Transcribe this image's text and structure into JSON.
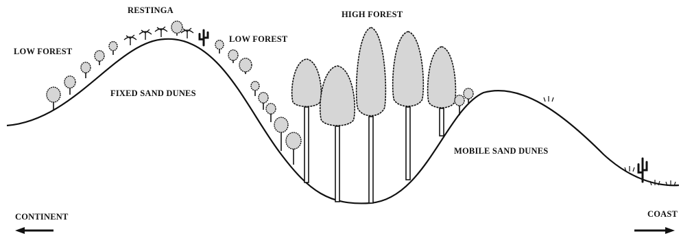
{
  "labels": {
    "low_forest_left": "LOW FOREST",
    "restinga": "RESTINGA",
    "low_forest_right": "LOW FOREST",
    "high_forest": "HIGH FOREST",
    "fixed_sand_dunes": "FIXED SAND DUNES",
    "mobile_sand_dunes": "MOBILE SAND DUNES",
    "continent": "CONTINENT",
    "coast": "COAST"
  },
  "colors": {
    "ink": "#111111",
    "canopy_fill": "#d6d6d6"
  },
  "icons": [
    "arrow-left-icon",
    "arrow-right-icon",
    "tree-icon",
    "cactus-icon",
    "palm-icon",
    "grass-icon"
  ]
}
